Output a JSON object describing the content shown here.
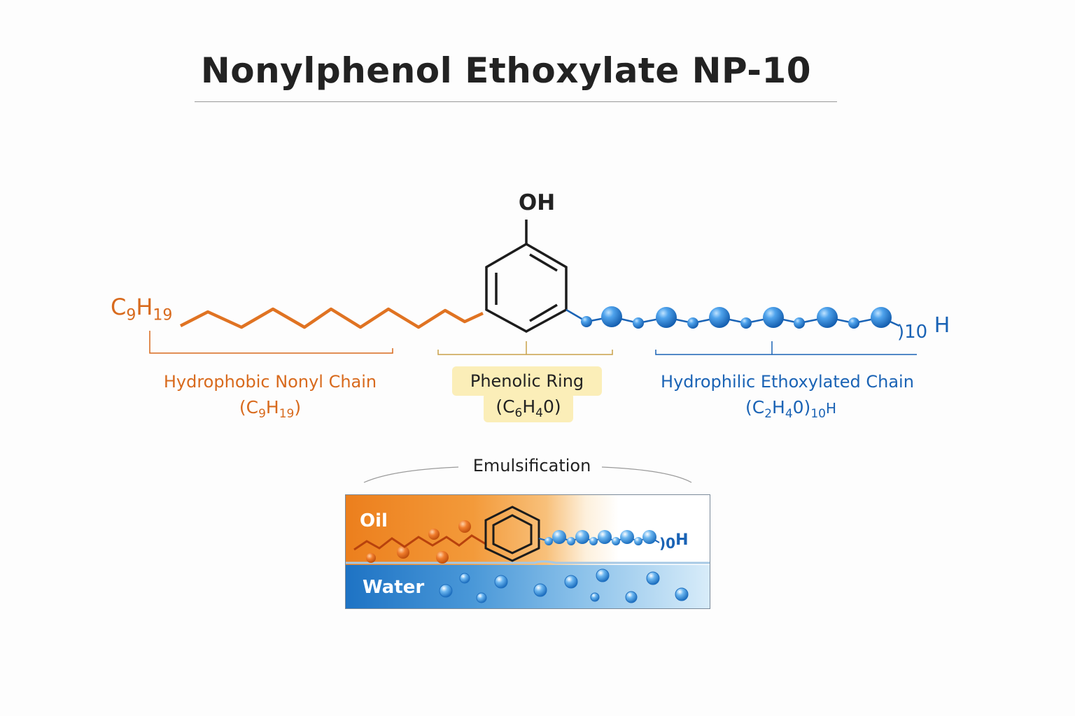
{
  "title": "Nonylphenol Ethoxylate NP-10",
  "molecule": {
    "oh_label": "OH",
    "chain_label_main": "C",
    "chain_label_sub1": "9",
    "chain_label_mid": "H",
    "chain_label_sub2": "19",
    "tail_sub": ")10",
    "tail_h": "H"
  },
  "sections": {
    "hydrophobic": {
      "title": "Hydrophobic Nonyl Chain",
      "formula_a": "(C",
      "formula_sub1": "9",
      "formula_b": "H",
      "formula_sub2": "19",
      "formula_c": ")"
    },
    "ring": {
      "title": "Phenolic Ring",
      "formula_a": "(C",
      "formula_sub1": "6",
      "formula_b": "H",
      "formula_sub2": "4",
      "formula_c": "0)"
    },
    "hydrophilic": {
      "title": "Hydrophilic Ethoxylated Chain",
      "formula_a": "(C",
      "formula_sub1": "2",
      "formula_b": "H",
      "formula_sub2": "4",
      "formula_c": "0)",
      "formula_sub3": "10",
      "formula_d": "H"
    }
  },
  "emulsification": {
    "title": "Emulsification",
    "oil_label": "Oil",
    "water_label": "Water",
    "tail_label": ")0",
    "tail_h": "H"
  },
  "colors": {
    "hydrophobic": "#d86a1d",
    "hydrophilic": "#1a63b5",
    "ring_highlight": "#fbeeb8"
  }
}
